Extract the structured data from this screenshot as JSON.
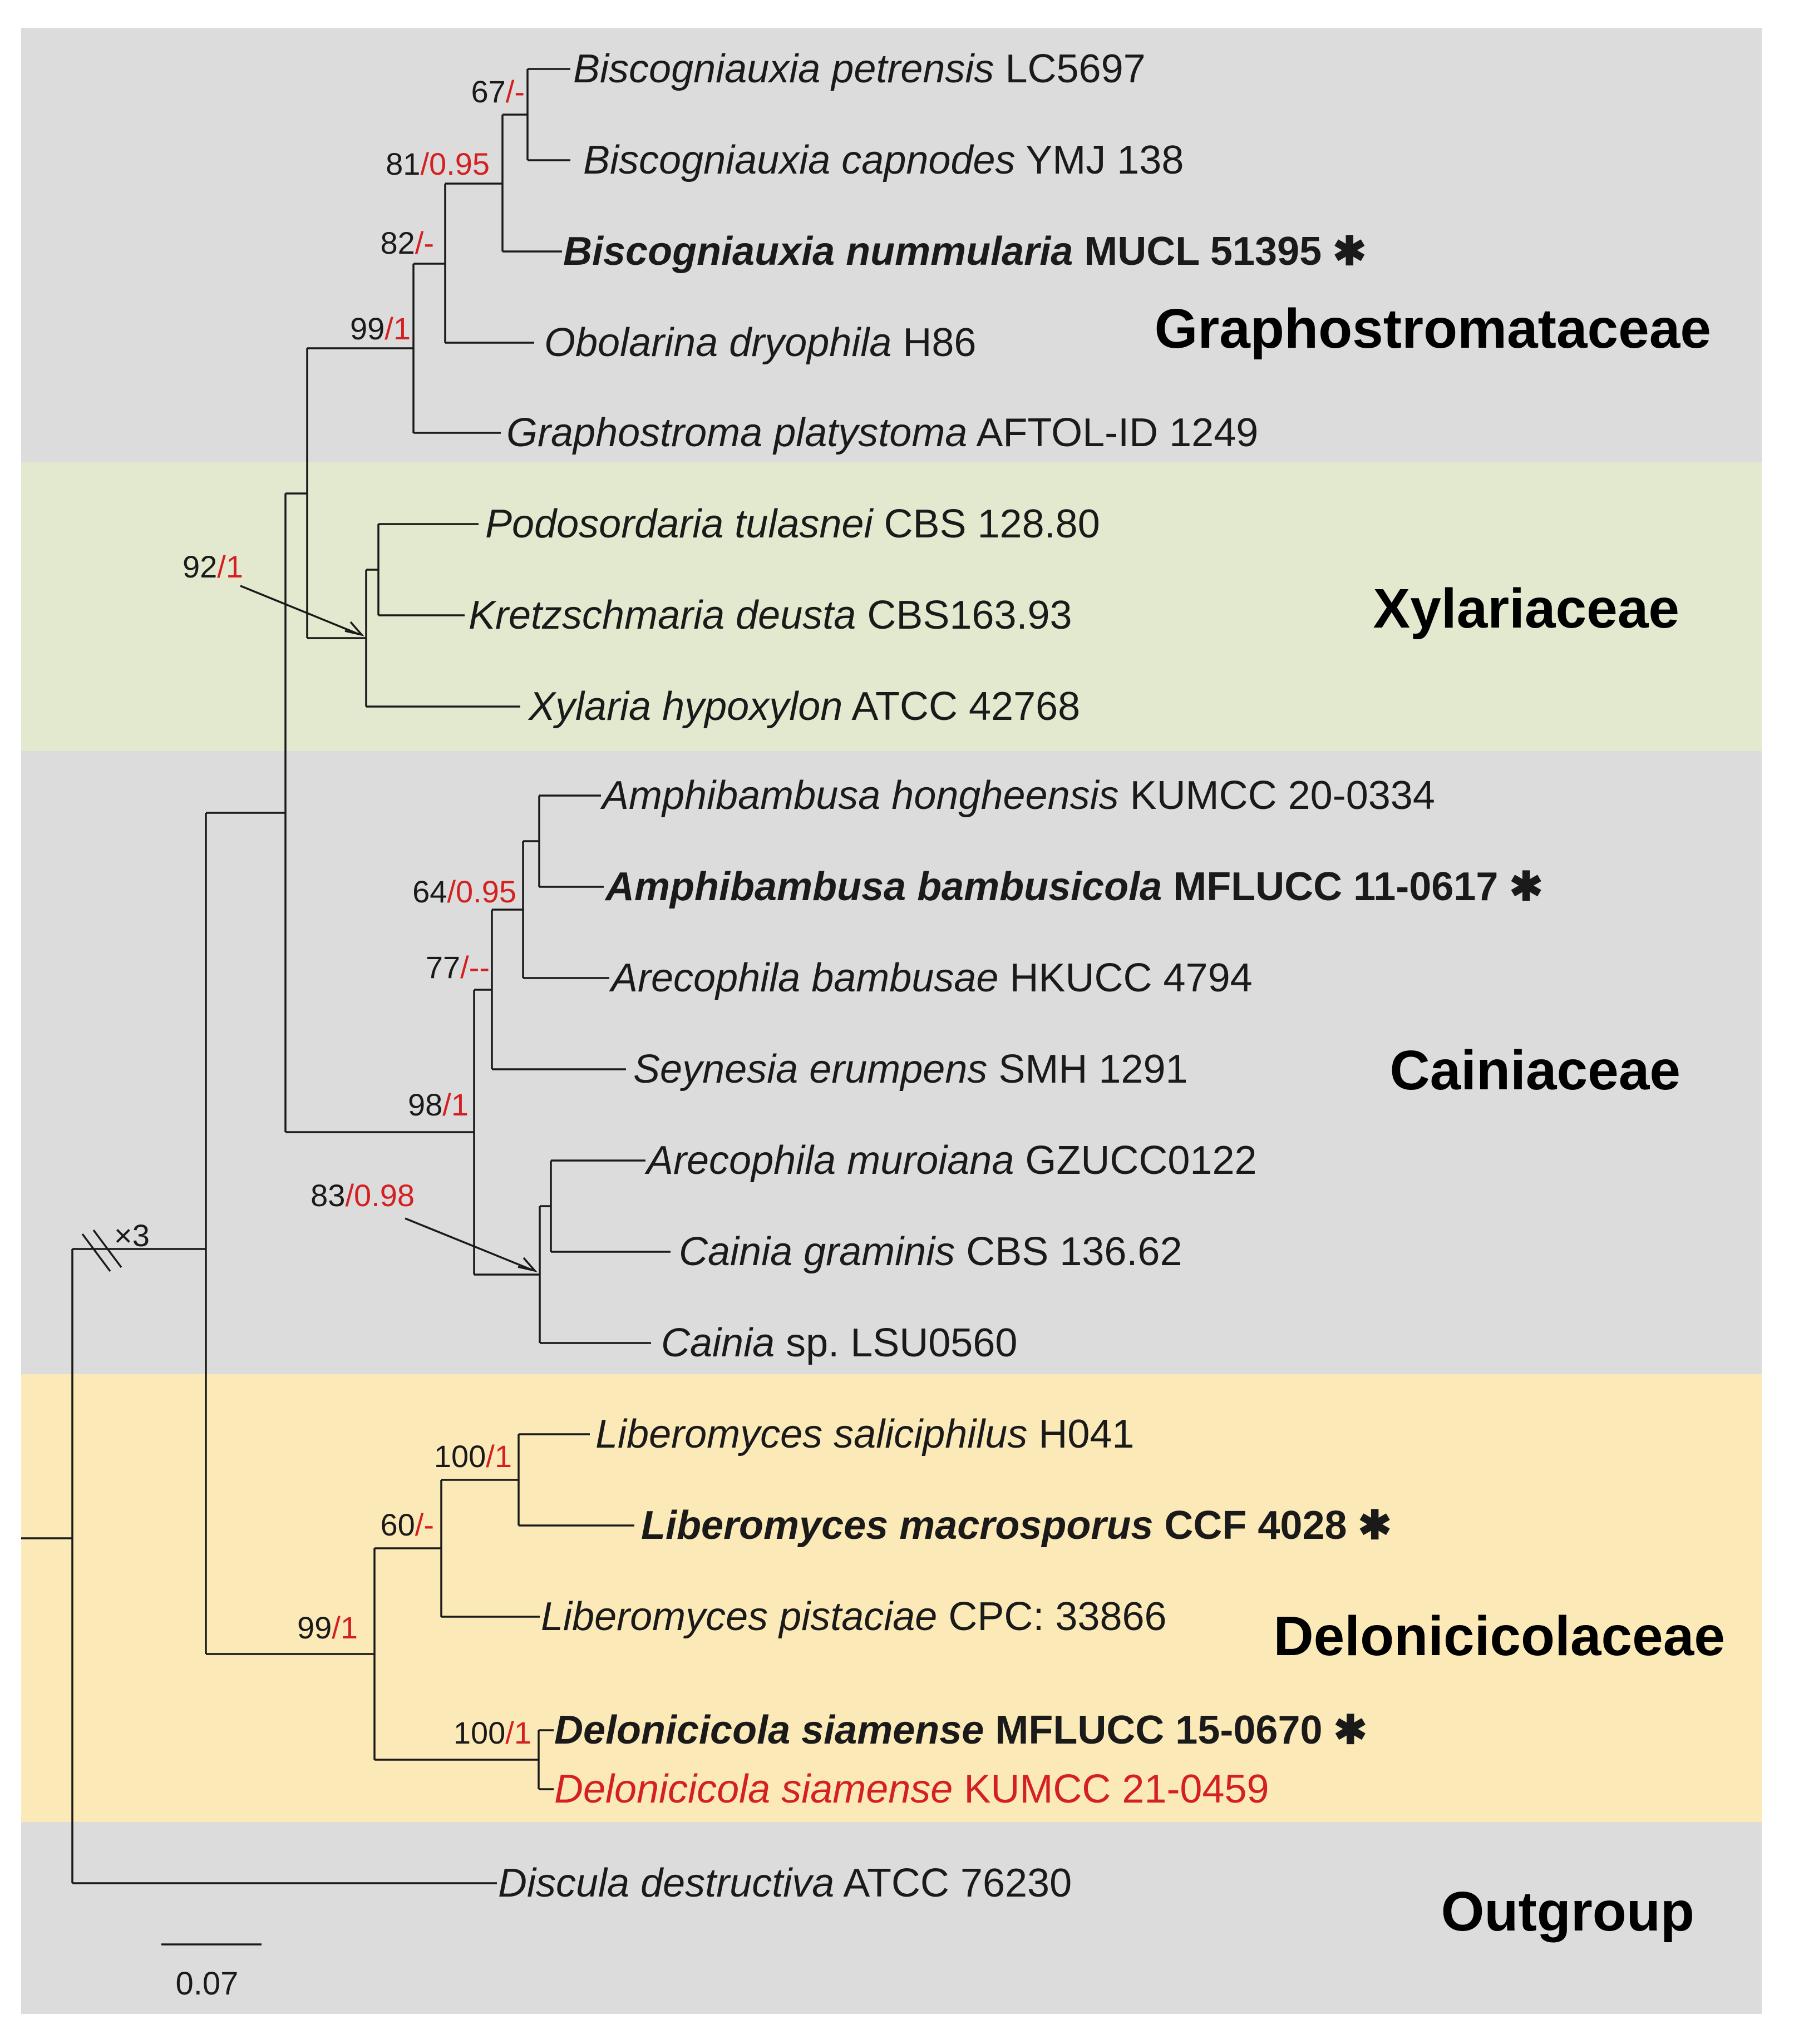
{
  "colors": {
    "grey_band": "#dcdcdc",
    "green_band": "#e3e9cf",
    "yellow_band": "#fce9b8",
    "red_text": "#d42020",
    "line": "#1a1a1a"
  },
  "families": {
    "graphostromataceae": "Graphostromataceae",
    "xylariaceae": "Xylariaceae",
    "cainiaceae": "Cainiaceae",
    "delonicicolaceae": "Delonicicolaceae",
    "outgroup": "Outgroup"
  },
  "taxa": [
    {
      "genus": "Biscogniauxia petrensis",
      "strain": "LC5697",
      "bold": false,
      "red": false,
      "star": false
    },
    {
      "genus": "Biscogniauxia capnodes",
      "strain": "YMJ 138",
      "bold": false,
      "red": false,
      "star": false
    },
    {
      "genus": "Biscogniauxia nummularia",
      "strain": "MUCL 51395",
      "bold": true,
      "red": false,
      "star": true
    },
    {
      "genus": "Obolarina dryophila",
      "strain": "H86",
      "bold": false,
      "red": false,
      "star": false
    },
    {
      "genus": "Graphostroma platystoma",
      "strain": "AFTOL-ID 1249",
      "bold": false,
      "red": false,
      "star": false
    },
    {
      "genus": "Podosordaria tulasnei",
      "strain": "CBS 128.80",
      "bold": false,
      "red": false,
      "star": false
    },
    {
      "genus": "Kretzschmaria deusta",
      "strain": "CBS163.93",
      "bold": false,
      "red": false,
      "star": false
    },
    {
      "genus": "Xylaria hypoxylon",
      "strain": "ATCC 42768",
      "bold": false,
      "red": false,
      "star": false
    },
    {
      "genus": "Amphibambusa hongheensis",
      "strain": "KUMCC 20-0334",
      "bold": false,
      "red": false,
      "star": false
    },
    {
      "genus": "Amphibambusa bambusicola",
      "strain": "MFLUCC 11-0617",
      "bold": true,
      "red": false,
      "star": true
    },
    {
      "genus": "Arecophila bambusae",
      "strain": "HKUCC 4794",
      "bold": false,
      "red": false,
      "star": false
    },
    {
      "genus": "Seynesia erumpens",
      "strain": "SMH 1291",
      "bold": false,
      "red": false,
      "star": false
    },
    {
      "genus": "Arecophila muroiana",
      "strain": "GZUCC0122",
      "bold": false,
      "red": false,
      "star": false
    },
    {
      "genus": "Cainia graminis",
      "strain": "CBS 136.62",
      "bold": false,
      "red": false,
      "star": false
    },
    {
      "genus": "Cainia",
      "strain": "sp. LSU0560",
      "bold": false,
      "red": false,
      "star": false
    },
    {
      "genus": "Liberomyces saliciphilus",
      "strain": "H041",
      "bold": false,
      "red": false,
      "star": false
    },
    {
      "genus": "Liberomyces macrosporus",
      "strain": "CCF 4028",
      "bold": true,
      "red": false,
      "star": true
    },
    {
      "genus": "Liberomyces pistaciae",
      "strain": "CPC: 33866",
      "bold": false,
      "red": false,
      "star": false
    },
    {
      "genus": "Delonicicola siamense",
      "strain": "MFLUCC 15-0670",
      "bold": true,
      "red": false,
      "star": true
    },
    {
      "genus": "Delonicicola siamense",
      "strain": "KUMCC 21-0459",
      "bold": false,
      "red": true,
      "star": false
    },
    {
      "genus": "Discula destructiva",
      "strain": "ATCC 76230",
      "bold": false,
      "red": false,
      "star": false
    }
  ],
  "star_symbol": "✱",
  "supports": [
    {
      "bs": "67",
      "pp": "/-"
    },
    {
      "bs": "81",
      "pp": "/0.95"
    },
    {
      "bs": "82",
      "pp": "/-"
    },
    {
      "bs": "99",
      "pp": "/1"
    },
    {
      "bs": "92",
      "pp": "/1"
    },
    {
      "bs": "64",
      "pp": "/0.95"
    },
    {
      "bs": "77",
      "pp": "/--"
    },
    {
      "bs": "98",
      "pp": "/1"
    },
    {
      "bs": "83",
      "pp": "/0.98"
    },
    {
      "bs": "100",
      "pp": "/1"
    },
    {
      "bs": "60",
      "pp": "/-"
    },
    {
      "bs": "99",
      "pp": "/1"
    },
    {
      "bs": "100",
      "pp": "/1"
    }
  ],
  "break_mark": "×3",
  "scale_bar": {
    "value": "0.07"
  }
}
